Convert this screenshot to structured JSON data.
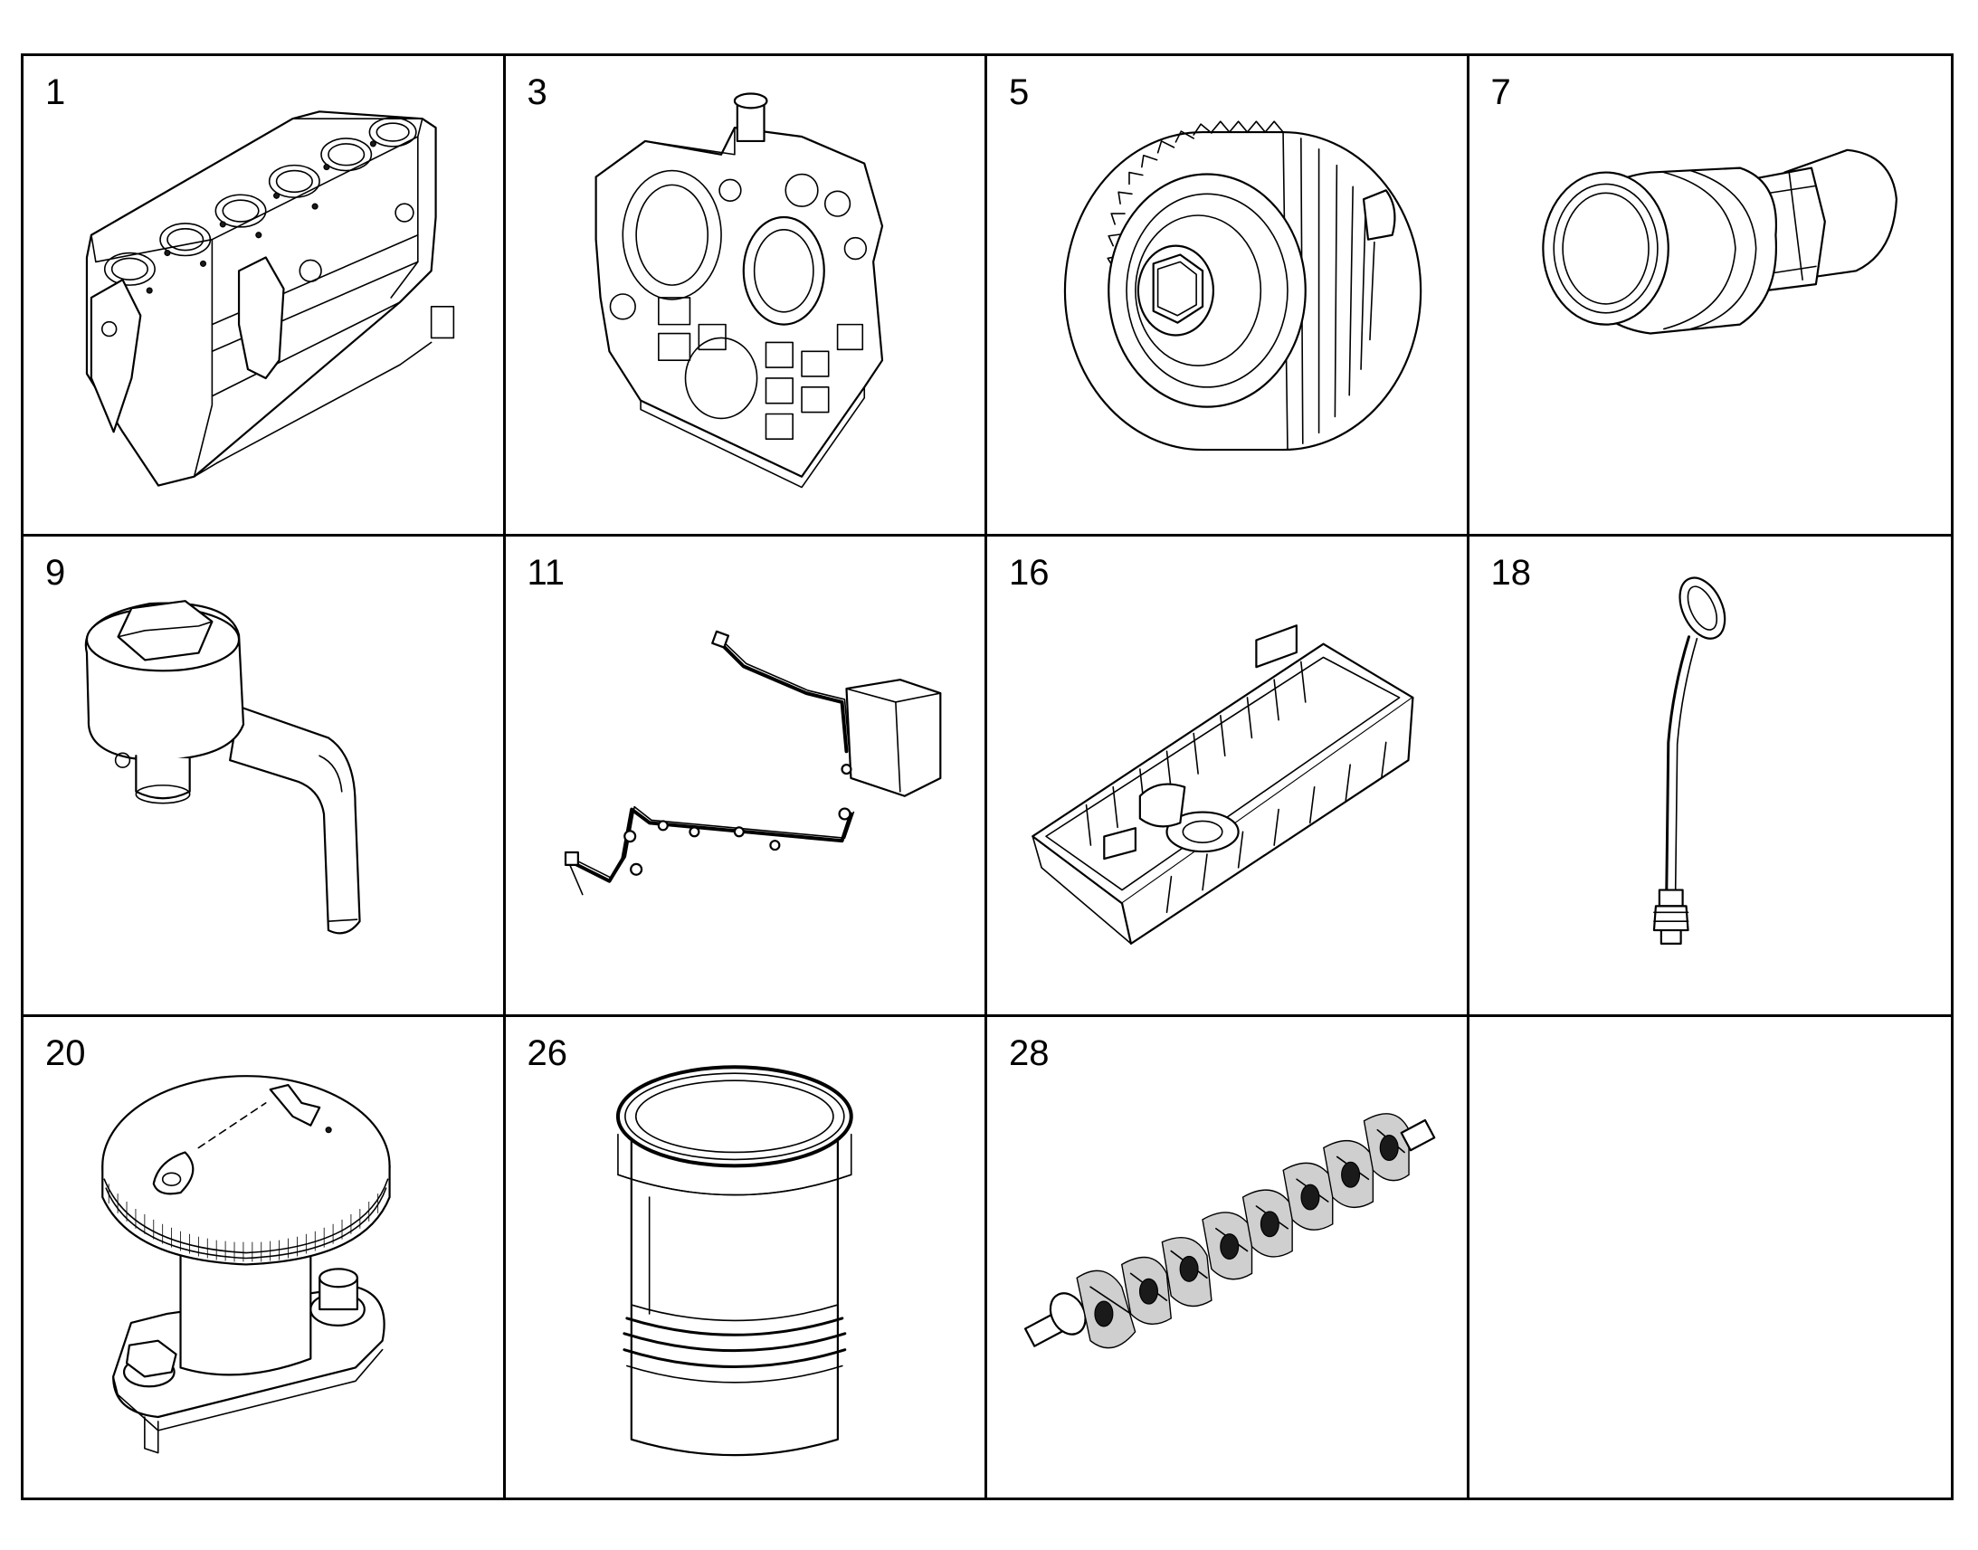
{
  "items": [
    {
      "number": "1",
      "icon": "cylinder-block-icon"
    },
    {
      "number": "3",
      "icon": "timing-case-icon"
    },
    {
      "number": "5",
      "icon": "gear-icon"
    },
    {
      "number": "7",
      "icon": "union-fitting-icon"
    },
    {
      "number": "9",
      "icon": "piston-cooling-nozzle-icon"
    },
    {
      "number": "11",
      "icon": "wiring-harness-icon"
    },
    {
      "number": "16",
      "icon": "oil-pan-icon"
    },
    {
      "number": "18",
      "icon": "dipstick-icon"
    },
    {
      "number": "20",
      "icon": "oil-filler-cap-icon"
    },
    {
      "number": "26",
      "icon": "cylinder-liner-icon"
    },
    {
      "number": "28",
      "icon": "crankshaft-icon"
    },
    {
      "number": "",
      "icon": ""
    }
  ],
  "colors": {
    "line": "#000000",
    "background": "#ffffff"
  }
}
